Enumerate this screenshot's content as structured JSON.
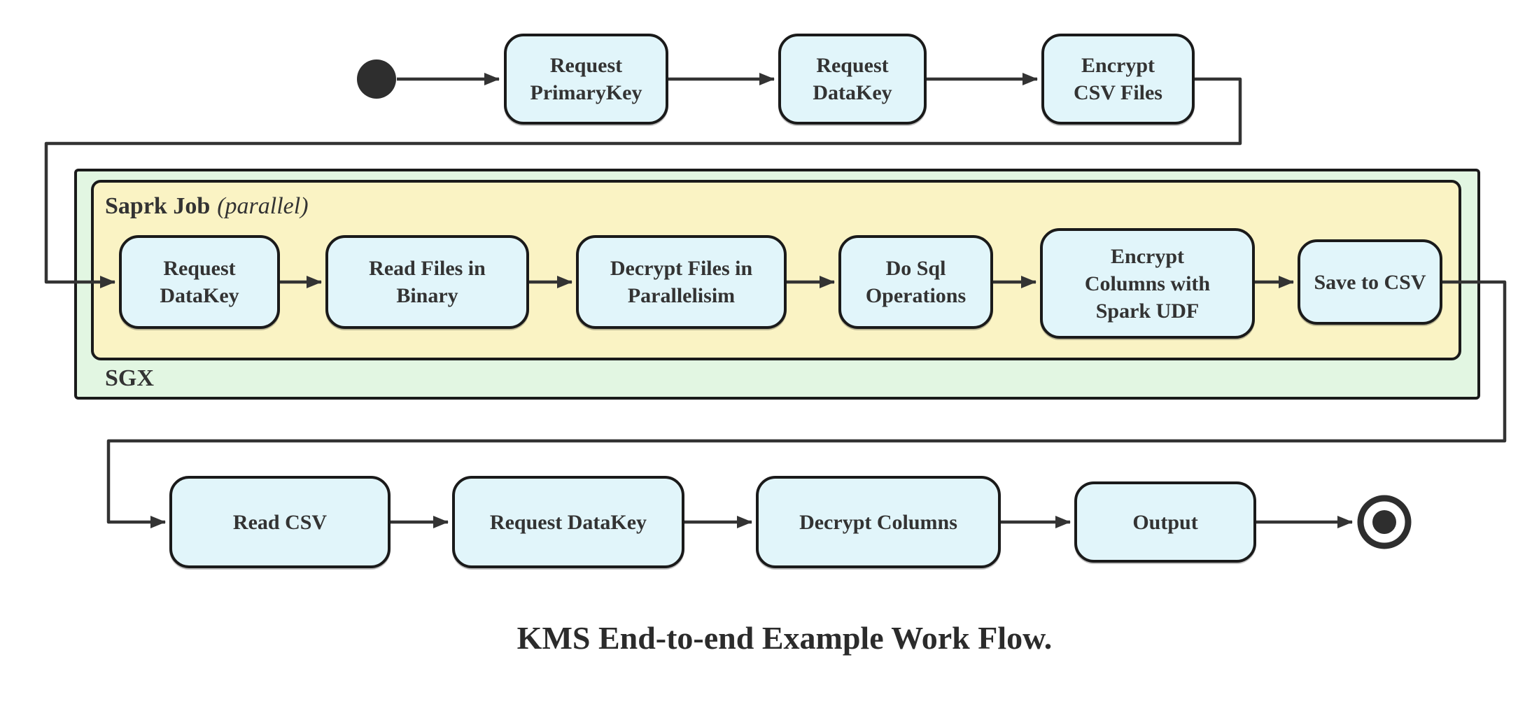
{
  "diagram": {
    "caption": "KMS End-to-end Example Work Flow.",
    "start_state": "start",
    "end_state": "end",
    "containers": {
      "sgx": {
        "label": "SGX"
      },
      "spark_job": {
        "label_bold": "Saprk Job",
        "label_italic": "(parallel)"
      }
    },
    "top_row": [
      {
        "label": "Request\nPrimaryKey"
      },
      {
        "label": "Request\nDataKey"
      },
      {
        "label": "Encrypt\nCSV Files"
      }
    ],
    "spark_row": [
      {
        "label": "Request\nDataKey"
      },
      {
        "label": "Read Files in\nBinary"
      },
      {
        "label": "Decrypt Files in\nParallelisim"
      },
      {
        "label": "Do Sql\nOperations"
      },
      {
        "label": "Encrypt\nColumns with\nSpark UDF"
      },
      {
        "label": "Save to CSV"
      }
    ],
    "bottom_row": [
      {
        "label": "Read CSV"
      },
      {
        "label": "Request DataKey"
      },
      {
        "label": "Decrypt Columns"
      },
      {
        "label": "Output"
      }
    ],
    "colors": {
      "node_fill": "#e1f5fa",
      "node_border": "#1a1a1a",
      "sgx_container_fill": "#e2f6e2",
      "spark_container_fill": "#faf3c4",
      "line": "#333333",
      "text": "#333333"
    }
  }
}
